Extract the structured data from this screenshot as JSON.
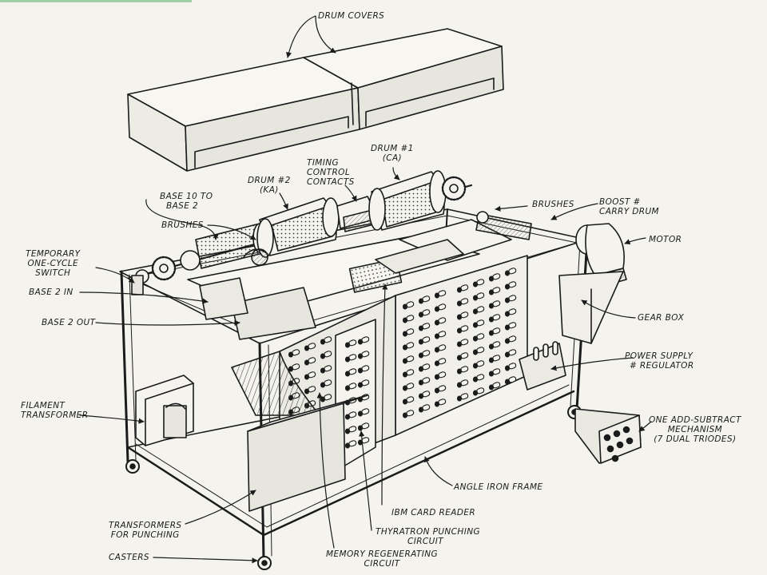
{
  "labels": {
    "drum_covers": "DRUM COVERS",
    "drum1": [
      "DRUM #1",
      "(CA)"
    ],
    "timing": [
      "TIMING",
      "CONTROL",
      "CONTACTS"
    ],
    "drum2": [
      "DRUM #2",
      "(KA)"
    ],
    "base10": [
      "BASE 10 TO",
      "BASE 2"
    ],
    "brushes_left": "BRUSHES",
    "brushes_right": "BRUSHES",
    "boost": [
      "BOOST #",
      "CARRY DRUM"
    ],
    "motor": "MOTOR",
    "temp_switch": [
      "TEMPORARY",
      "ONE-CYCLE",
      "SWITCH"
    ],
    "base2in": "BASE 2 IN",
    "base2out": "BASE 2 OUT",
    "gearbox": "GEAR BOX",
    "power": [
      "POWER SUPPLY",
      "# REGULATOR"
    ],
    "filament": [
      "FILAMENT",
      "TRANSFORMER"
    ],
    "addsub": [
      "ONE ADD-SUBTRACT",
      "MECHANISM",
      "(7 DUAL TRIODES)"
    ],
    "angle": "ANGLE IRON FRAME",
    "ibm": "IBM CARD READER",
    "thyratron": [
      "THYRATRON PUNCHING",
      "CIRCUIT"
    ],
    "transformers": [
      "TRANSFORMERS",
      "FOR PUNCHING"
    ],
    "casters": "CASTERS",
    "memory": [
      "MEMORY REGENERATING",
      "CIRCUIT"
    ]
  },
  "colors": {
    "background": "#f4f3ee",
    "ink": "#1b1b1b",
    "shade": "#6a6a66",
    "corner_tint": "#9ecfa6"
  }
}
